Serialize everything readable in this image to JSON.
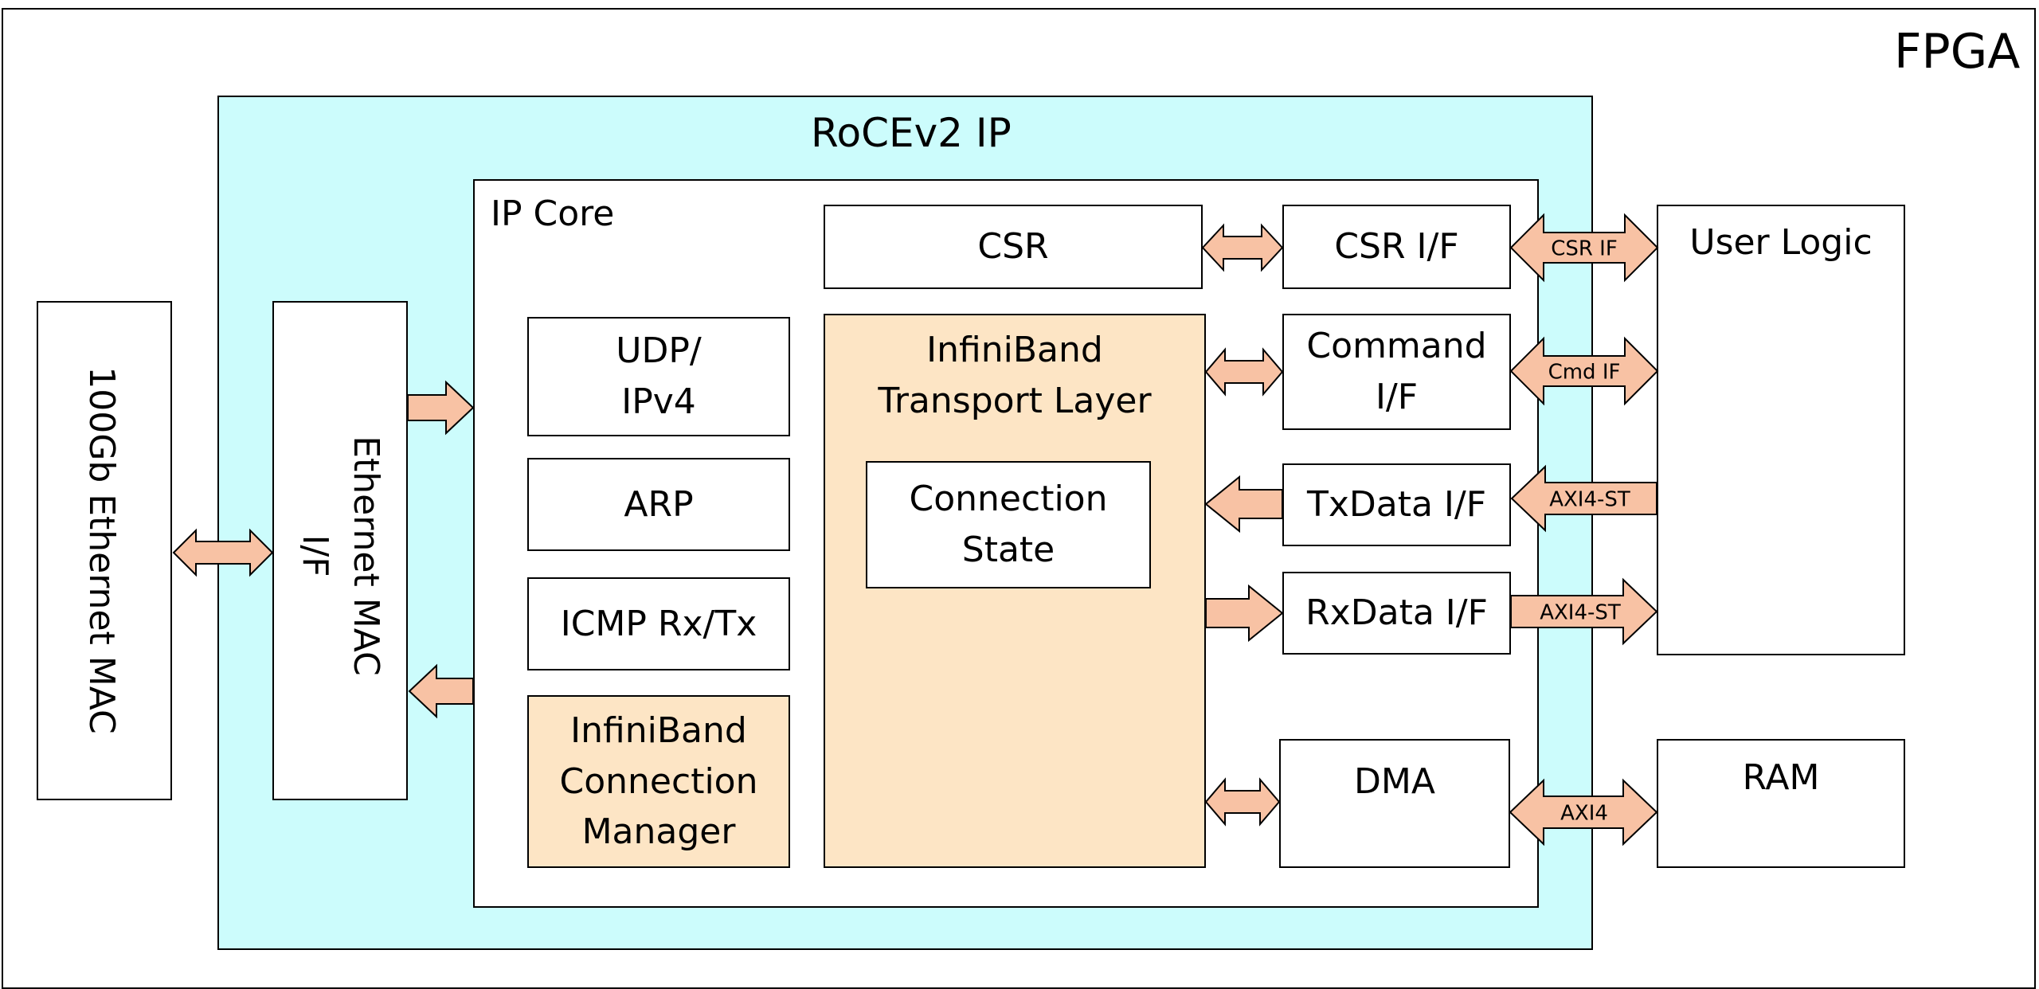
{
  "fpga": {
    "label": "FPGA"
  },
  "rocev2": {
    "label": "RoCEv2 IP"
  },
  "ip_core": {
    "label": "IP Core"
  },
  "ethernet_mac_100g": {
    "label": "100Gb Ethernet MAC"
  },
  "ethernet_mac_if": {
    "label": "Ethernet MAC\nI/F"
  },
  "udp_ipv4": {
    "label": "UDP/\nIPv4"
  },
  "arp": {
    "label": "ARP"
  },
  "icmp": {
    "label": "ICMP Rx/Tx"
  },
  "ib_conn_mgr": {
    "label": "InfiniBand\nConnection\nManager"
  },
  "csr": {
    "label": "CSR"
  },
  "ib_transport": {
    "label": "InfiniBand\nTransport Layer"
  },
  "connection_state": {
    "label": "Connection\nState"
  },
  "csr_if": {
    "label": "CSR I/F"
  },
  "command_if": {
    "label": "Command\nI/F"
  },
  "txdata_if": {
    "label": "TxData I/F"
  },
  "rxdata_if": {
    "label": "RxData I/F"
  },
  "dma": {
    "label": "DMA"
  },
  "user_logic": {
    "label": "User Logic"
  },
  "ram": {
    "label": "RAM"
  },
  "arrow_labels": {
    "csr_if": "CSR IF",
    "cmd_if": "Cmd IF",
    "axi4_st_tx": "AXI4-ST",
    "axi4_st_rx": "AXI4-ST",
    "axi4": "AXI4"
  },
  "colors": {
    "roce_background": "#ccfcfc",
    "ib_block_fill": "#fde5c5",
    "arrow_fill": "#f8c2a4",
    "border": "#000000"
  }
}
